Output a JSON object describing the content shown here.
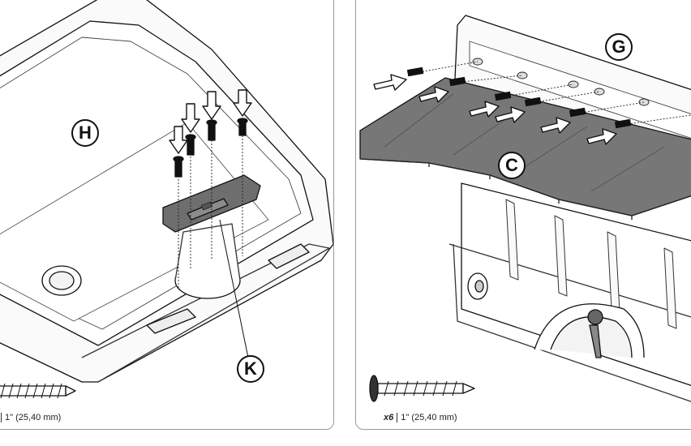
{
  "callouts": {
    "h": "H",
    "k": "K",
    "g": "G",
    "c": "C"
  },
  "left_screw": {
    "size": "1\" (25,40 mm)"
  },
  "right_screw": {
    "quantity": "x6",
    "size": "1\" (25,40 mm)"
  },
  "colors": {
    "outline": "#111111",
    "part_shade": "#6e6e6e",
    "panel_border": "#9a9a9a"
  }
}
